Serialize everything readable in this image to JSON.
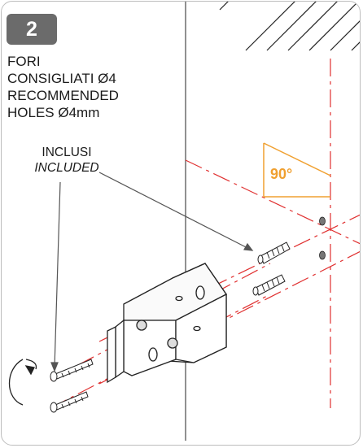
{
  "step": {
    "number": "2"
  },
  "instructions": {
    "line1": "FORI",
    "line2": "CONSIGLIATI Ø4",
    "line3": "RECOMMENDED",
    "line4": "HOLES Ø4mm"
  },
  "included": {
    "it": "INCLUSI",
    "en": "INCLUDED"
  },
  "angle": {
    "label": "90°"
  },
  "colors": {
    "badge": "#6b6b6b",
    "angle_accent": "#f0a030",
    "drill_line": "#e03030",
    "linework": "#1a1a1a"
  }
}
